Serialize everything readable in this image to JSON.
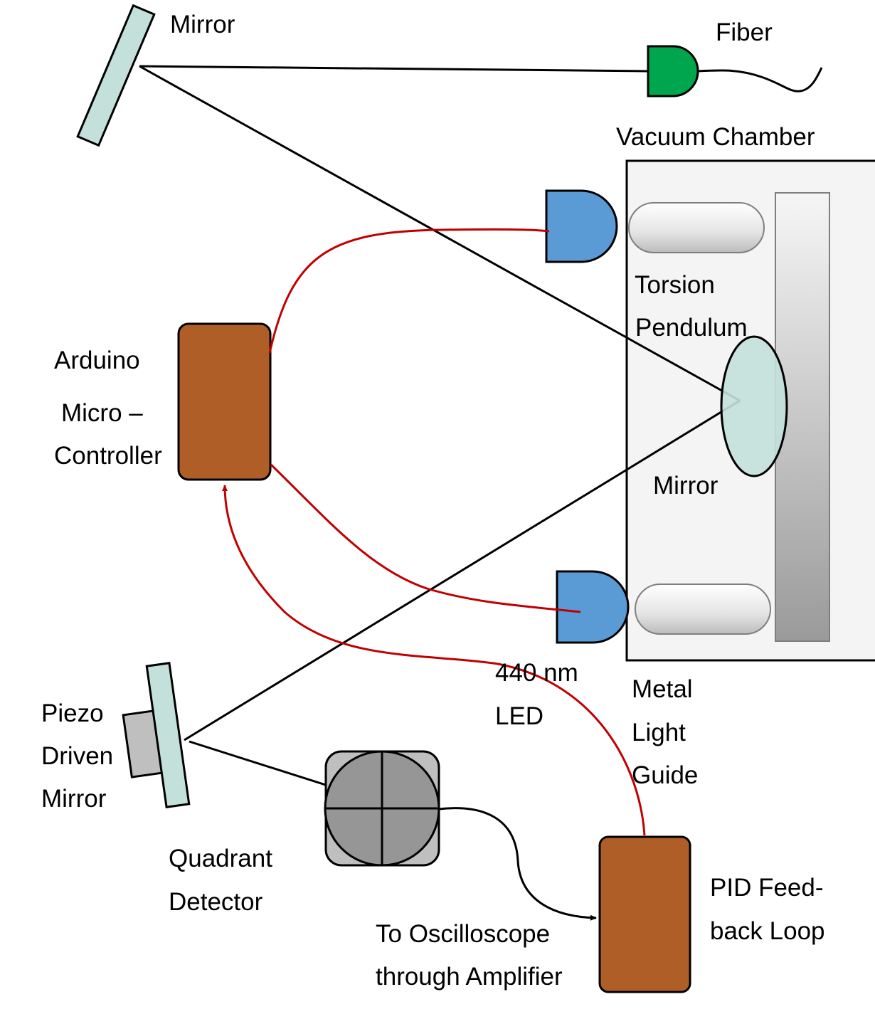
{
  "labels": {
    "mirror_top": "Mirror",
    "fiber": "Fiber",
    "vacuum_chamber": "Vacuum Chamber",
    "torsion_pendulum_line1": "Torsion",
    "torsion_pendulum_line2": "Pendulum",
    "arduino_line1": "Arduino",
    "arduino_line2": "Micro –",
    "arduino_line3": "Controller",
    "mirror_center": "Mirror",
    "led_line1": "440 nm",
    "led_line2": "LED",
    "light_guide_line1": "Metal",
    "light_guide_line2": "Light",
    "light_guide_line3": "Guide",
    "piezo_line1": "Piezo",
    "piezo_line2": "Driven",
    "piezo_line3": "Mirror",
    "quadrant_line1": "Quadrant",
    "quadrant_line2": "Detector",
    "oscilloscope_line1": "To Oscilloscope",
    "oscilloscope_line2": "through Amplifier",
    "pid_line1": "PID Feed-",
    "pid_line2": "back Loop"
  },
  "colors": {
    "mirror_fill": "#c3e0da",
    "fiber_fill": "#00a64e",
    "led_fill": "#5b9bd5",
    "controller_fill": "#b05e27",
    "wire_red": "#c00000",
    "beam": "#000000",
    "chamber_fill": "#f4f4f4",
    "detector_fill": "#969696",
    "piezo_fill": "#bfbfbf"
  }
}
